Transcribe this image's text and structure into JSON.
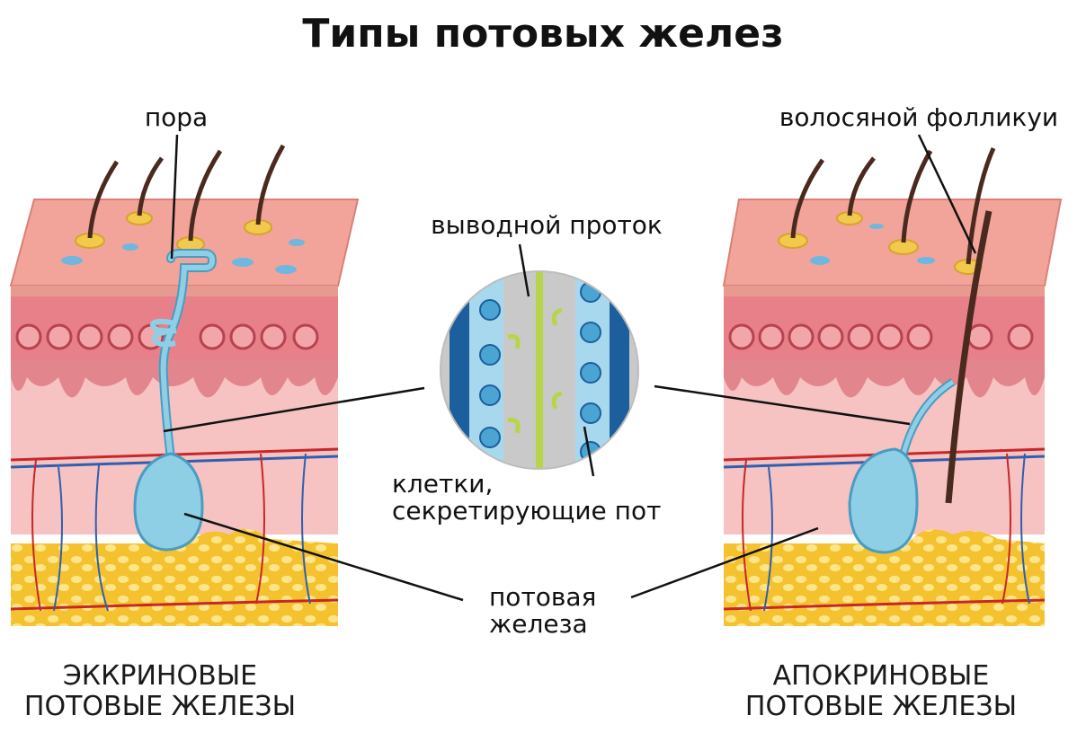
{
  "title": "Типы потовых желез",
  "labels": {
    "pore": "пора",
    "hair_follicle": "волосяной фолликуи",
    "excretory_duct": "выводной проток",
    "secreting_cells_line1": "клетки,",
    "secreting_cells_line2": "секретирующие пот",
    "sweat_gland_line1": "потовая",
    "sweat_gland_line2": "железа"
  },
  "captions": {
    "eccrine_line1": "ЭККРИНОВЫЕ",
    "eccrine_line2": "ПОТОВЫЕ ЖЕЛЕЗЫ",
    "apocrine_line1": "АПОКРИНОВЫЕ",
    "apocrine_line2": "ПОТОВЫЕ ЖЕЛЕЗЫ"
  },
  "colors": {
    "skin_surface": "#f2a49a",
    "epidermis": "#e8808a",
    "dermis": "#f6c2c2",
    "fat": "#f5c22f",
    "gland": "#8ecfe6",
    "gland_stroke": "#4a9cc2",
    "artery": "#c62828",
    "vein": "#2f5fb0",
    "hair": "#4a2a1e"
  },
  "icons": {
    "pore": "pore-shape",
    "gland": "gland-bulb",
    "duct_zoom": "magnified-duct-circle"
  }
}
